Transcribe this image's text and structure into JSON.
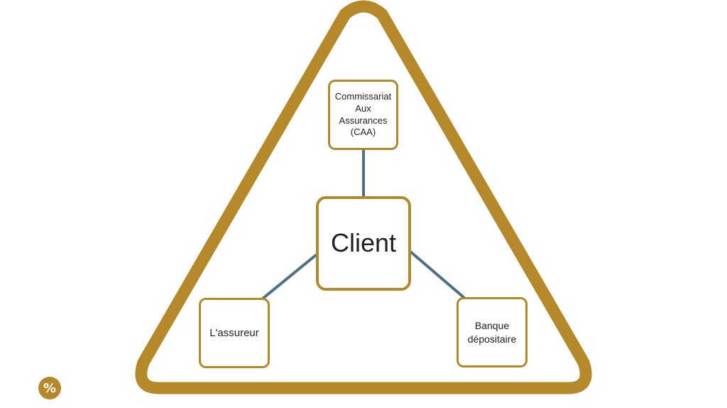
{
  "colors": {
    "frame": "#b5892a",
    "connector": "#4d7184",
    "text": "#222222",
    "background": "#ffffff"
  },
  "nodes": {
    "caa": "Commissariat Aux Assurances (CAA)",
    "client": "Client",
    "assureur": "L'assureur",
    "banque": "Banque dépositaire"
  },
  "badge": {
    "icon": "percent-icon",
    "label": "%"
  }
}
